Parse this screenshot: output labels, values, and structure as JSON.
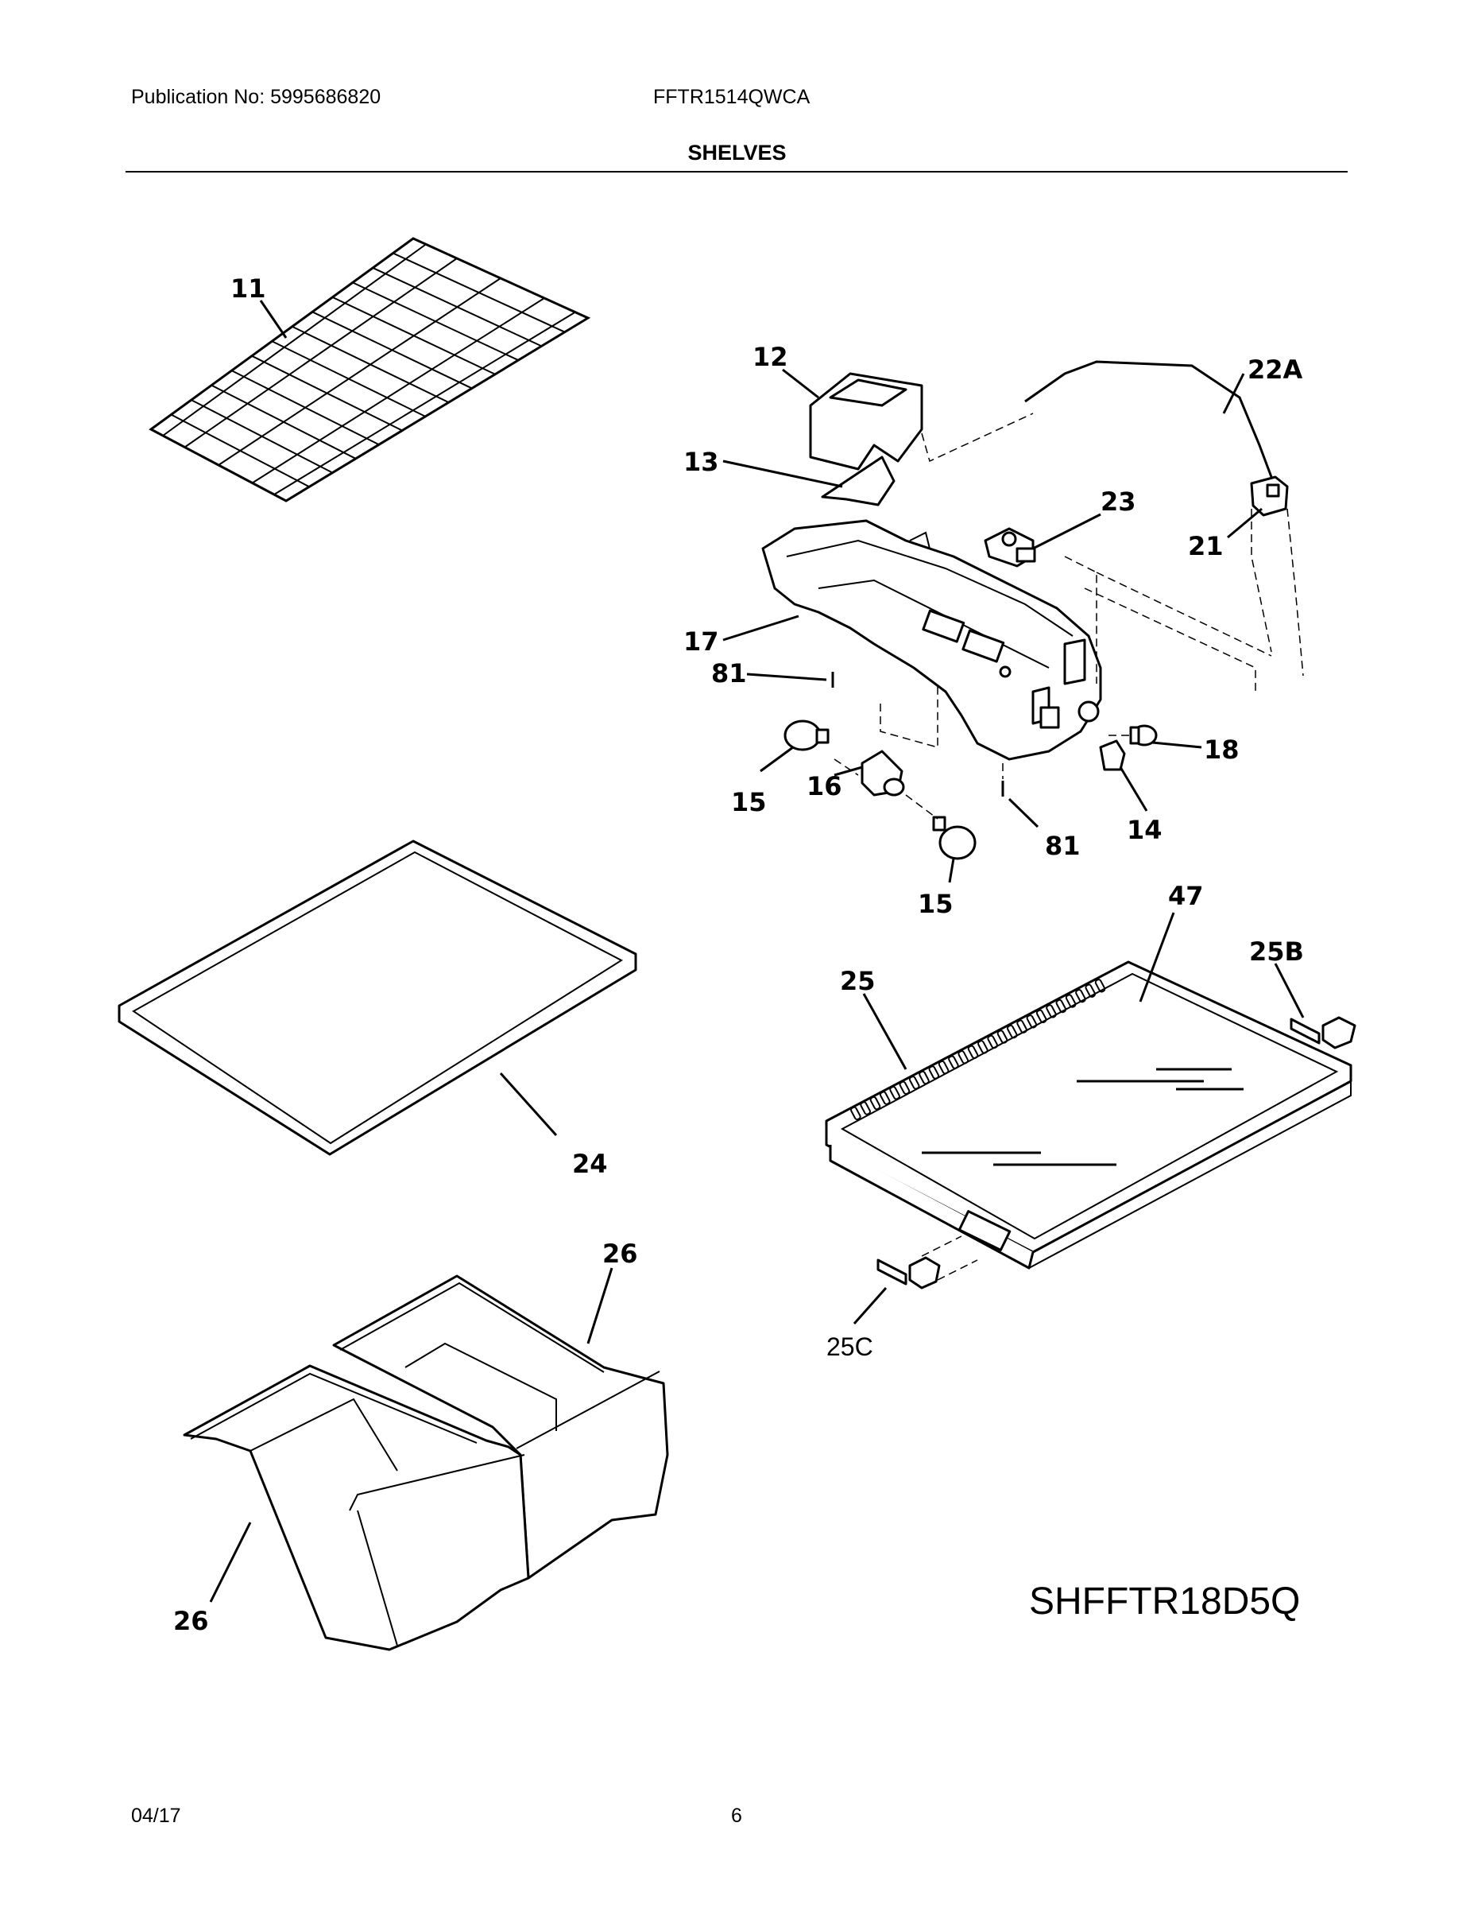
{
  "header": {
    "publication": "Publication No: 5995686820",
    "model": "FFTR1514QWCA",
    "section_title": "SHELVES"
  },
  "footer": {
    "date": "04/17",
    "page": "6"
  },
  "diagram": {
    "code": "SHFFTR18D5Q",
    "parts": {
      "p11": "11",
      "p12": "12",
      "p13": "13",
      "p14": "14",
      "p15a": "15",
      "p15b": "15",
      "p16": "16",
      "p17": "17",
      "p18": "18",
      "p21": "21",
      "p22a": "22A",
      "p23": "23",
      "p24": "24",
      "p25": "25",
      "p25b": "25B",
      "p25c": "25C",
      "p26a": "26",
      "p26b": "26",
      "p47": "47",
      "p81a": "81",
      "p81b": "81"
    }
  },
  "colors": {
    "ink": "#000000",
    "paper": "#ffffff"
  }
}
